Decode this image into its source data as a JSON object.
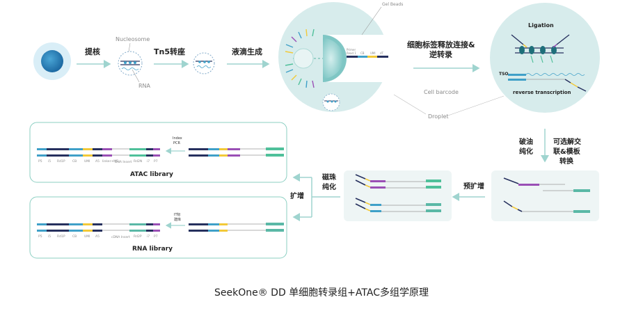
{
  "labels": {
    "extract_nuclei": "提核",
    "nucleosome": "Nucleosome",
    "rna": "RNA",
    "tn5": "Tn5转座",
    "droplet_gen": "液滴生成",
    "gel_beads": "Gel Beads",
    "bead_seg1": "Primer",
    "bead_seg1b": "Read 1",
    "bead_seg2": "CB",
    "bead_seg3": "UMI",
    "bead_seg4": "dT",
    "release_line1": "细胞标签释放连接&",
    "release_line2": "逆转录",
    "cell_barcode": "Cell barcode",
    "droplet": "Droplet",
    "ligation": "Ligation",
    "tso": "TSO",
    "reverse_transcription": "reverse transcription",
    "break_oil_1": "破油",
    "break_oil_2": "纯化",
    "optional_1": "可选解交",
    "optional_2": "联&模板",
    "optional_3": "转换",
    "pre_amp": "预扩增",
    "bead_purify_1": "磁珠",
    "bead_purify_2": "纯化",
    "expand": "扩增",
    "index_pcr_1": "Index",
    "index_pcr_2": "PCR",
    "atac_library": "ATAC library",
    "rna_library": "RNA library",
    "it_tag_1": "IT标",
    "it_tag_2": "建库",
    "atac_seg": [
      "P5",
      "i5",
      "Rd1P",
      "CB",
      "UMI",
      "A5",
      "linker+ME",
      "DNA Insert",
      "Rd2N",
      "i7",
      "P7"
    ],
    "rna_seg": [
      "P5",
      "i5",
      "Rd1P",
      "CB",
      "UMI",
      "A5",
      "cDNA Insert",
      "Rd2P",
      "i7",
      "P7"
    ]
  },
  "caption": "SeekOne® DD 单细胞转录组+ATAC多组学原理",
  "colors": {
    "teal": "#5ab8a6",
    "navy": "#26305e",
    "blue": "#3fa0c8",
    "yellow": "#f2c938",
    "purple": "#9a4fb5",
    "green": "#4fc09a",
    "arrow": "#9fd4cf",
    "circle": "#d7ecec",
    "box_border": "#8bcfc2"
  }
}
